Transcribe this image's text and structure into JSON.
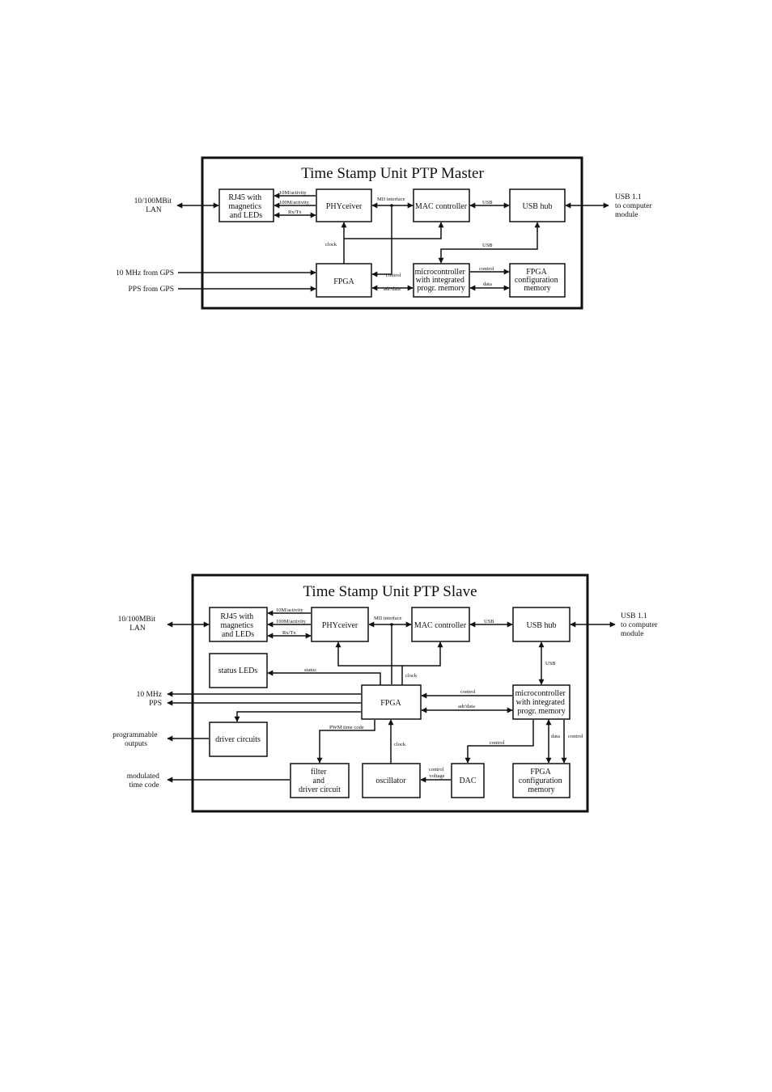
{
  "colors": {
    "ink": "#111111",
    "background": "#ffffff"
  },
  "master": {
    "title": "Time Stamp Unit PTP Master",
    "boxes": {
      "rj45": [
        "RJ45 with",
        "magnetics",
        "and LEDs"
      ],
      "phy": [
        "PHYceiver"
      ],
      "mac": [
        "MAC controller"
      ],
      "usbhub": [
        "USB hub"
      ],
      "fpga": [
        "FPGA"
      ],
      "micro": [
        "microcontroller",
        "with integrated",
        "progr. memory"
      ],
      "fpgamem": [
        "FPGA",
        "configuration",
        "memory"
      ]
    },
    "signals": {
      "s10m": "10M/activity",
      "s100m": "100M/activity",
      "rxtx": "Rx/Tx",
      "mii": "MII interface",
      "usb1": "USB",
      "usb2": "USB",
      "clock": "clock",
      "control1": "control",
      "adrdata": "adr/data",
      "control2": "control",
      "data": "data"
    },
    "external": {
      "lan": [
        "10/100MBit",
        "LAN"
      ],
      "usbout": [
        "USB 1.1",
        "to computer",
        "module"
      ],
      "mhz": "10 MHz from GPS",
      "pps": "PPS from GPS"
    }
  },
  "slave": {
    "title": "Time Stamp Unit PTP Slave",
    "boxes": {
      "rj45": [
        "RJ45 with",
        "magnetics",
        "and LEDs"
      ],
      "phy": [
        "PHYceiver"
      ],
      "mac": [
        "MAC controller"
      ],
      "usbhub": [
        "USB hub"
      ],
      "statusleds": [
        "status LEDs"
      ],
      "fpga": [
        "FPGA"
      ],
      "micro": [
        "microcontroller",
        "with integrated",
        "progr. memory"
      ],
      "driver": [
        "driver circuits"
      ],
      "filter": [
        "filter",
        "and",
        "driver circuit"
      ],
      "osc": [
        "oscillator"
      ],
      "dac": [
        "DAC"
      ],
      "fpgamem": [
        "FPGA",
        "configuration",
        "memory"
      ]
    },
    "signals": {
      "s10m": "10M/activity",
      "s100m": "100M/activity",
      "rxtx": "Rx/Tx",
      "mii": "MII interface",
      "usb1": "USB",
      "usb2": "USB",
      "status": "status",
      "clock": "clock",
      "control1": "control",
      "adrdata": "adr/data",
      "pwm": "PWM time code",
      "clock2": "clock",
      "control2": "control",
      "data": "data",
      "control3": "control",
      "cv": [
        "control",
        "voltage"
      ]
    },
    "external": {
      "lan": [
        "10/100MBit",
        "LAN"
      ],
      "usbout": [
        "USB 1.1",
        "to computer",
        "module"
      ],
      "mhz": "10 MHz",
      "pps": "PPS",
      "prog": [
        "programmable",
        "outputs"
      ],
      "mod": [
        "modulated",
        "time code"
      ]
    }
  }
}
